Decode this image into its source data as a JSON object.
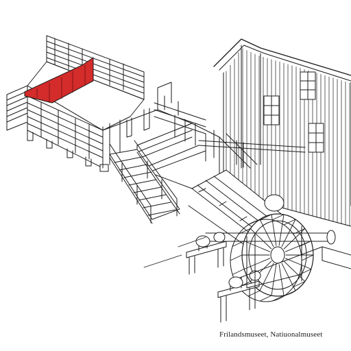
{
  "figure": {
    "credit": "Frilandsmuseet, Natiuonalmuseet",
    "highlight_color": "#d42b2b",
    "line_color": "#1a1a1a",
    "background": "#ffffff",
    "components": [
      "red-highlighted-board",
      "upper-walkway",
      "fence-railing",
      "stairs",
      "mill-building",
      "sluice-trough",
      "water-wheel",
      "axle-and-bearing-trestles"
    ]
  }
}
